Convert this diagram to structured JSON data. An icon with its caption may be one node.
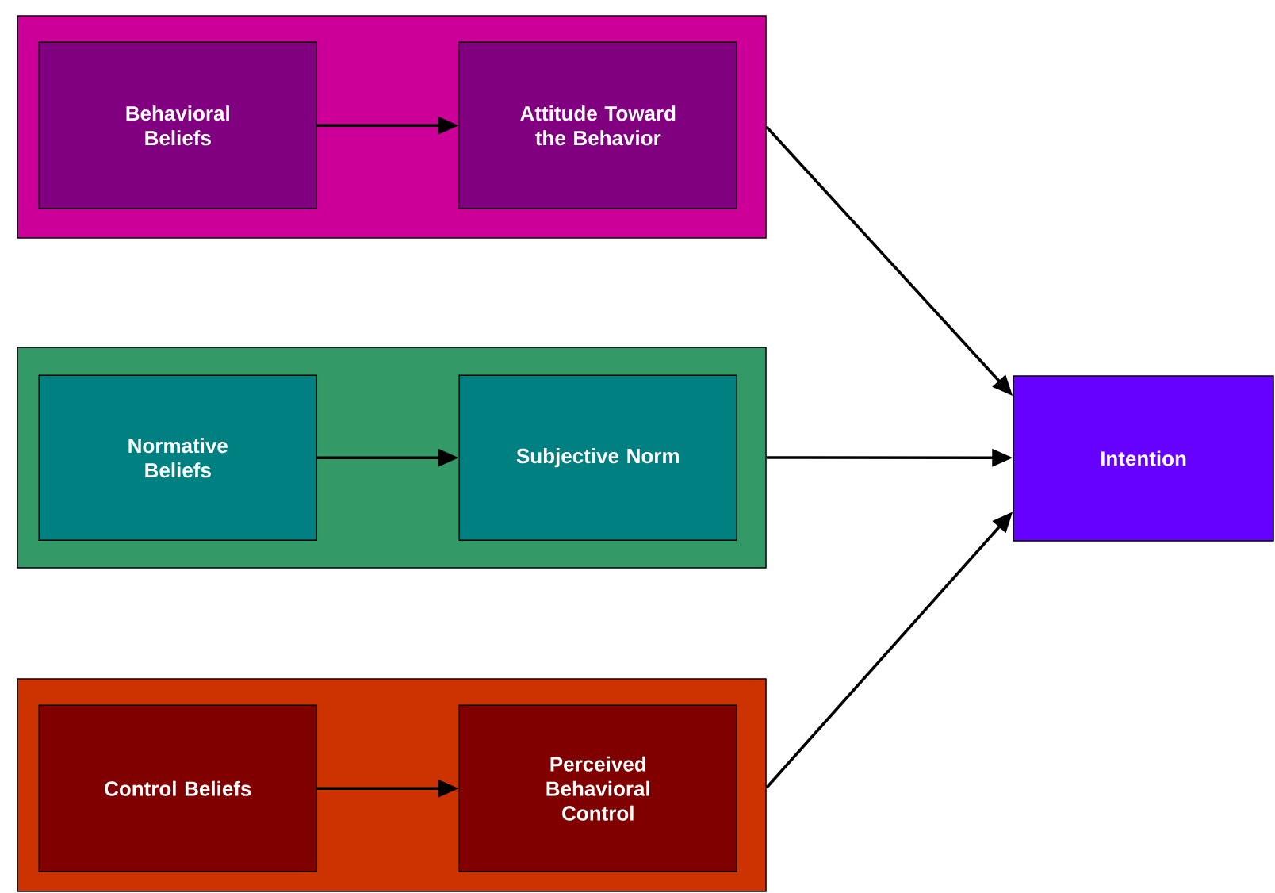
{
  "diagram": {
    "nodes": [
      {
        "text": [],
        "shape": "box"
      },
      {
        "text": [
          "Behavioral Beliefs"
        ],
        "in": 0
      },
      {
        "text": [
          "Attitude Toward the Behavior"
        ],
        "in": 0
      },
      {
        "text": [],
        "shape": "box"
      },
      {
        "text": [
          "Normative Beliefs"
        ],
        "in": 3
      },
      {
        "text": [
          "Subjective Norm"
        ],
        "in": 3
      },
      {
        "text": [],
        "shape": "box"
      },
      {
        "text": [
          "Control Beliefs"
        ],
        "in": 6
      },
      {
        "text": [
          "Perceived Behavioral Control"
        ],
        "in": 6
      },
      {
        "text": [
          "Intention"
        ]
      }
    ],
    "edges": [
      {
        "from": 1,
        "to": 2,
        "arrow": "to"
      },
      {
        "from": 4,
        "to": 5,
        "arrow": "to"
      },
      {
        "from": 7,
        "to": 8,
        "arrow": "to"
      },
      {
        "from": 0,
        "to": 9,
        "arrow": "to"
      },
      {
        "from": 3,
        "to": 9,
        "arrow": "to"
      },
      {
        "from": 6,
        "to": 9,
        "arrow": "to"
      }
    ]
  }
}
